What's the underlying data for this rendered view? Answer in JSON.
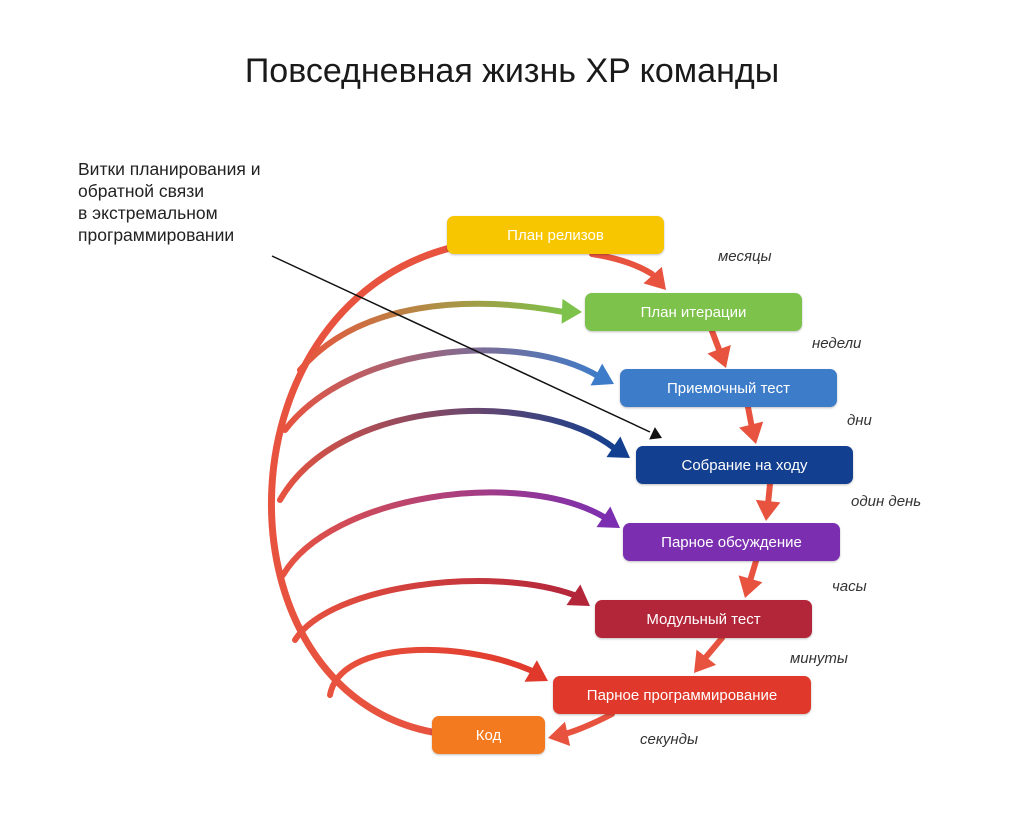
{
  "title": "Повседневная жизнь XP команды",
  "note": [
    "Витки планирования и",
    "обратной связи",
    "в экстремальном",
    "программировании"
  ],
  "stages": [
    {
      "label": "План релизов",
      "color": "#f7c600"
    },
    {
      "label": "План итерации",
      "color": "#7dc24b"
    },
    {
      "label": "Приемочный тест",
      "color": "#3d7cc9"
    },
    {
      "label": "Собрание на ходу",
      "color": "#123f8f"
    },
    {
      "label": "Парное обсуждение",
      "color": "#7b2fb0"
    },
    {
      "label": "Модульный тест",
      "color": "#b3263a"
    },
    {
      "label": "Парное программирование",
      "color": "#e0392b"
    },
    {
      "label": "Код",
      "color": "#f47a1f"
    }
  ],
  "durations": [
    "месяцы",
    "недели",
    "дни",
    "один день",
    "часы",
    "минуты",
    "секунды"
  ],
  "colors": {
    "loop_base": "#e8533f",
    "pointer_line": "#111111"
  }
}
